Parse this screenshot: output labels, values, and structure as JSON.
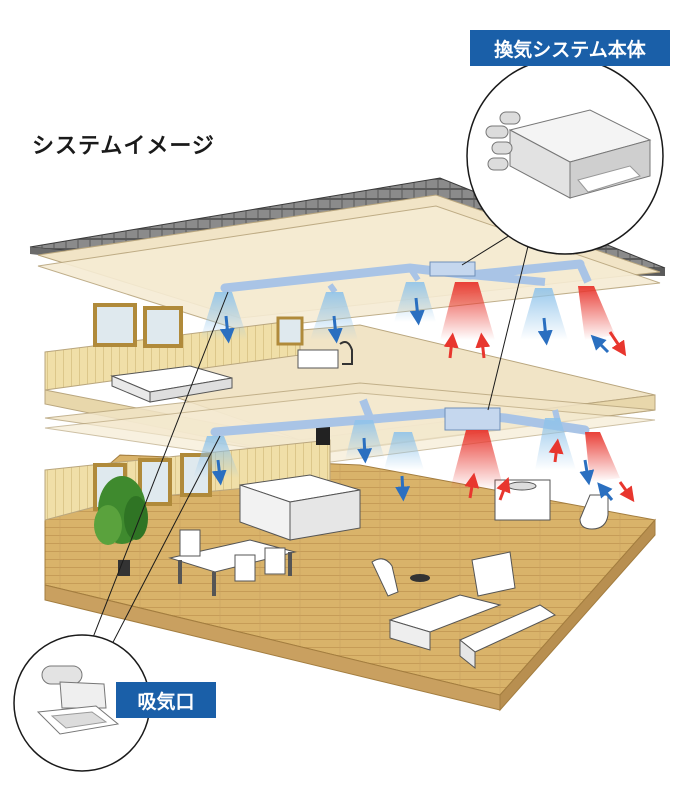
{
  "title": "システムイメージ",
  "labels": {
    "unit": "換気システム本体",
    "inlet": "吸気口"
  },
  "colors": {
    "label_bg": "#1a5fa8",
    "duct": "#a9c4e6",
    "fresh_air": "#2a6fc0",
    "exhaust_air": "#e8362e",
    "floor_wood": "#d9b36a",
    "ceiling": "#f1e4c6"
  }
}
